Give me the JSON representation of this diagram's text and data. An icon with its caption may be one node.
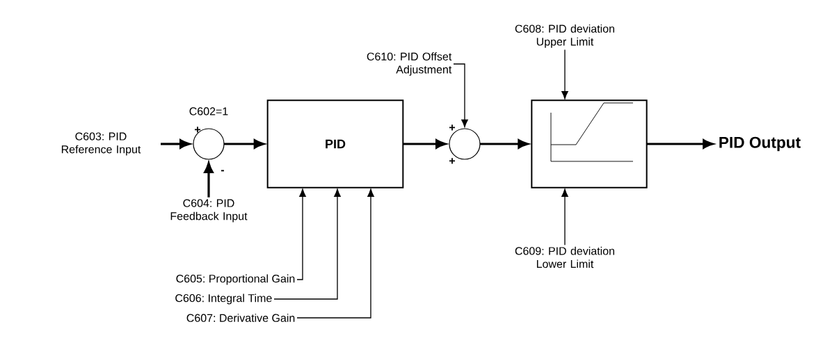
{
  "diagram": {
    "nodes": [
      {
        "text": [
          "C603: PID Reference Input"
        ]
      },
      {
        "text": [],
        "shape": "circle"
      },
      {
        "text": [
          "C604: PID Feedback Input"
        ]
      },
      {
        "text": [
          "PID"
        ]
      },
      {
        "text": [],
        "shape": "circle"
      },
      {
        "text": [
          "C610: PID Offset Adjustment"
        ]
      },
      {
        "text": [],
        "shape": "box"
      },
      {
        "text": [
          "PID Output"
        ]
      },
      {
        "text": [
          "C608: PID deviation Upper Limit"
        ]
      },
      {
        "text": [
          "C609: PID deviation Lower Limit"
        ]
      },
      {
        "text": [
          "C605: Proportional Gain"
        ]
      },
      {
        "text": [
          "C606: Integral Time"
        ]
      },
      {
        "text": [
          "C607: Derivative Gain"
        ]
      }
    ],
    "edges": [
      {
        "from": 0,
        "to": 1,
        "arrow": "to",
        "style": "thick"
      },
      {
        "from": 2,
        "to": 1,
        "arrow": "to",
        "style": "thick"
      },
      {
        "from": 1,
        "to": 3,
        "arrow": "to",
        "style": "thick"
      },
      {
        "from": 3,
        "to": 4,
        "arrow": "to",
        "style": "thick"
      },
      {
        "from": 5,
        "to": 4,
        "arrow": "to"
      },
      {
        "from": 4,
        "to": 6,
        "arrow": "to",
        "style": "thick"
      },
      {
        "from": 6,
        "to": 7,
        "arrow": "to",
        "style": "thick"
      },
      {
        "from": 8,
        "to": 6,
        "arrow": "to"
      },
      {
        "from": 9,
        "to": 6,
        "arrow": "to"
      },
      {
        "from": 10,
        "to": 3,
        "arrow": "to"
      },
      {
        "from": 11,
        "to": 3,
        "arrow": "to"
      },
      {
        "from": 12,
        "to": 3,
        "arrow": "to"
      }
    ],
    "labels": [
      "C602=1",
      "+",
      "-",
      "+",
      "+"
    ]
  }
}
